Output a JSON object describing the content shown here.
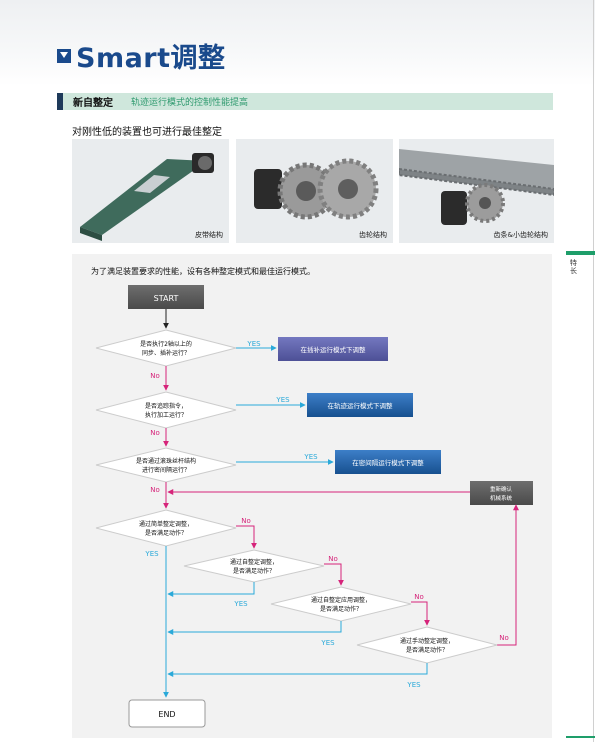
{
  "page": {
    "title": "Smart调整",
    "section_heading": "新自整定",
    "section_subheading": "轨迹运行模式的控制性能提高",
    "subtitle": "对刚性低的装置也可进行最佳整定",
    "side_tab": "特长"
  },
  "photos": [
    {
      "caption": "皮带结构",
      "icon": "belt-conveyor-image"
    },
    {
      "caption": "齿轮结构",
      "icon": "gear-image"
    },
    {
      "caption": "齿条&小齿轮结构",
      "icon": "rack-pinion-image"
    }
  ],
  "flow": {
    "intro": "为了满足装置要求的性能，设有各种整定模式和最佳运行模式。",
    "start": "START",
    "end": "END",
    "yes": "YES",
    "no": "No",
    "q1": [
      "是否执行2轴以上的",
      "同步、插补运行？"
    ],
    "a1": "在插补运行模式下调整",
    "q2": [
      "是否追踪指令，",
      "执行加工运行？"
    ],
    "a2": "在轨迹运行模式下调整",
    "q3": [
      "是否通过滚珠丝杆结构",
      "进行密间隔运行？"
    ],
    "a3": "在密间隔运行模式下调整",
    "recheck": [
      "重新确认",
      "机械系统"
    ],
    "t1": [
      "通过简单整定调整，",
      "是否满足动作？"
    ],
    "t2": [
      "通过自整定调整，",
      "是否满足动作？"
    ],
    "t3": [
      "通过自整定应用调整，",
      "是否满足动作？"
    ],
    "t4": [
      "通过手动整定调整，",
      "是否满足动作？"
    ]
  },
  "colors": {
    "brand": "#1a4a8c",
    "accent_green": "#2e9a6e",
    "arrow_pink": "#d6247a",
    "arrow_blue": "#2aa9d9",
    "box_purple": "#5b5ea6",
    "box_blue": "#1f5fa8"
  }
}
